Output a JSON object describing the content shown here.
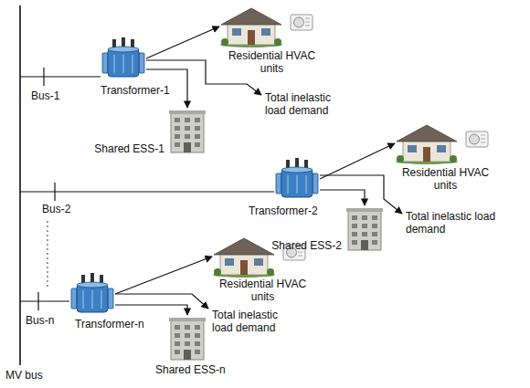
{
  "diagram": {
    "nodes": [
      {
        "text": [
          "Transformer-1"
        ]
      },
      {
        "text": [
          "Residential HVAC units"
        ]
      },
      {
        "text": [
          "Shared ESS-1"
        ]
      },
      {
        "text": [
          "Transformer-2"
        ]
      },
      {
        "text": [
          "Residential HVAC units"
        ]
      },
      {
        "text": [
          "Shared ESS-2"
        ]
      },
      {
        "text": [
          "Transformer-n"
        ]
      },
      {
        "text": [
          "Residential HVAC units"
        ]
      },
      {
        "text": [
          "Shared ESS-n"
        ]
      }
    ],
    "edges": [
      {
        "from": 0,
        "to": 1,
        "arrow": "to"
      },
      {
        "from": 0,
        "to": 2,
        "arrow": "to"
      },
      {
        "from": 3,
        "to": 4,
        "arrow": "to"
      },
      {
        "from": 3,
        "to": 5,
        "arrow": "to"
      },
      {
        "from": 6,
        "to": 7,
        "arrow": "to"
      },
      {
        "from": 6,
        "to": 8,
        "arrow": "to"
      }
    ],
    "labels": [
      "Bus-1",
      "Total inelastic load demand",
      "Bus-2",
      "Total inelastic load demand",
      "Bus-n",
      "Total inelastic load demand",
      "MV bus"
    ]
  }
}
